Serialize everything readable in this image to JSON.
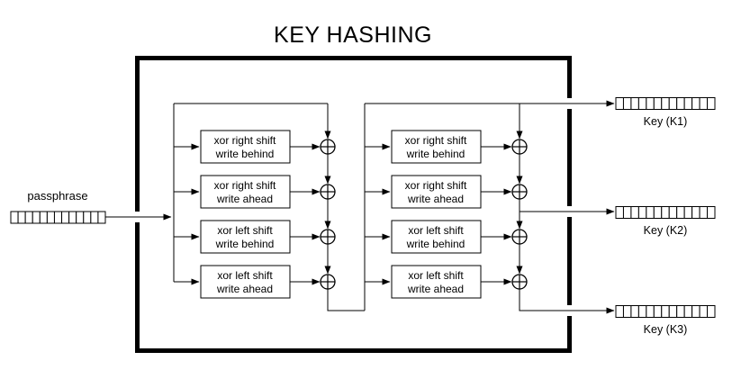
{
  "title": "KEY HASHING",
  "input": {
    "label": "passphrase",
    "cells": 13
  },
  "stage1": {
    "boxes": [
      {
        "line1": "xor right shift",
        "line2": "write behind"
      },
      {
        "line1": "xor right shift",
        "line2": "write ahead"
      },
      {
        "line1": "xor left shift",
        "line2": "write behind"
      },
      {
        "line1": "xor left shift",
        "line2": "write ahead"
      }
    ]
  },
  "stage2": {
    "boxes": [
      {
        "line1": "xor right shift",
        "line2": "write behind"
      },
      {
        "line1": "xor right shift",
        "line2": "write ahead"
      },
      {
        "line1": "xor left shift",
        "line2": "write behind"
      },
      {
        "line1": "xor left shift",
        "line2": "write ahead"
      }
    ]
  },
  "outputs": [
    {
      "label": "Key (K1)",
      "cells": 13
    },
    {
      "label": "Key (K2)",
      "cells": 13
    },
    {
      "label": "Key (K3)",
      "cells": 13
    }
  ],
  "xor_symbol": "⊕",
  "colors": {
    "line": "#000000",
    "background": "#ffffff",
    "box_fill": "#ffffff"
  }
}
